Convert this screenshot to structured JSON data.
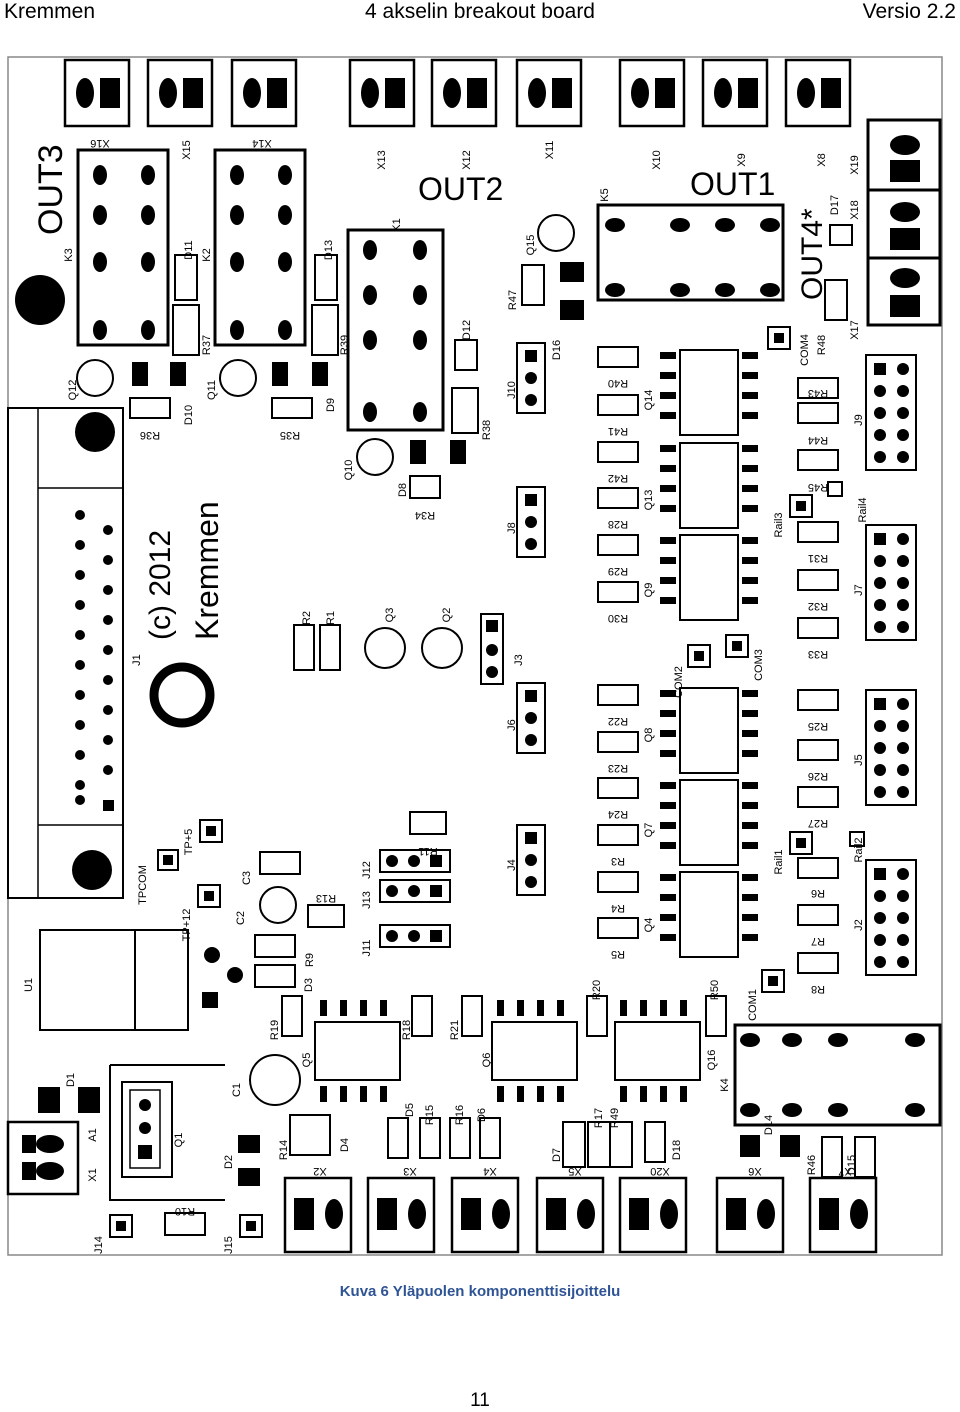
{
  "header": {
    "left": "Kremmen",
    "center": "4 akselin breakout board",
    "right": "Versio 2.2"
  },
  "board": {
    "silkscreen_big": {
      "out3": "OUT3",
      "out2": "OUT2",
      "out1": "OUT1",
      "out4": "OUT4*",
      "copyright": "(c) 2012",
      "author": "Kremmen"
    },
    "designators": [
      "X16",
      "X15",
      "X14",
      "X13",
      "X12",
      "X11",
      "X10",
      "X9",
      "X8",
      "X19",
      "X18",
      "X17",
      "K3",
      "K2",
      "K1",
      "K5",
      "K4",
      "D11",
      "D13",
      "D12",
      "D10",
      "D9",
      "D8",
      "D16",
      "D17",
      "D1",
      "D2",
      "D3",
      "D4",
      "D5",
      "D6",
      "D7",
      "D14",
      "D15",
      "D18",
      "R37",
      "R39",
      "R36",
      "R35",
      "R38",
      "R34",
      "R47",
      "R48",
      "R40",
      "R41",
      "R42",
      "R28",
      "R29",
      "R30",
      "R43",
      "R44",
      "R45",
      "R31",
      "R32",
      "R33",
      "R25",
      "R26",
      "R27",
      "R6",
      "R7",
      "R8",
      "R22",
      "R23",
      "R24",
      "R3",
      "R4",
      "R5",
      "R2",
      "R1",
      "R11",
      "R13",
      "R9",
      "R19",
      "R18",
      "R21",
      "R20",
      "R50",
      "R14",
      "R15",
      "R16",
      "R17",
      "R49",
      "R46",
      "R10",
      "Q12",
      "Q11",
      "Q10",
      "Q15",
      "Q14",
      "Q13",
      "Q9",
      "Q8",
      "Q7",
      "Q4",
      "Q3",
      "Q2",
      "Q5",
      "Q6",
      "Q16",
      "Q1",
      "J1",
      "J10",
      "J8",
      "J3",
      "J6",
      "J4",
      "J12",
      "J13",
      "J11",
      "J9",
      "J7",
      "J5",
      "J2",
      "J14",
      "J15",
      "COM4",
      "COM3",
      "COM2",
      "COM1",
      "Rail4",
      "Rail3",
      "Rail2",
      "Rail1",
      "TP+5",
      "TPCOM",
      "TP+12",
      "C3",
      "C2",
      "C1",
      "U1",
      "A1",
      "X1",
      "X2",
      "X3",
      "X4",
      "X5",
      "X20",
      "X6",
      "X7"
    ]
  },
  "caption": "Kuva 6 Yläpuolen komponenttisijoittelu",
  "page_number": "11"
}
